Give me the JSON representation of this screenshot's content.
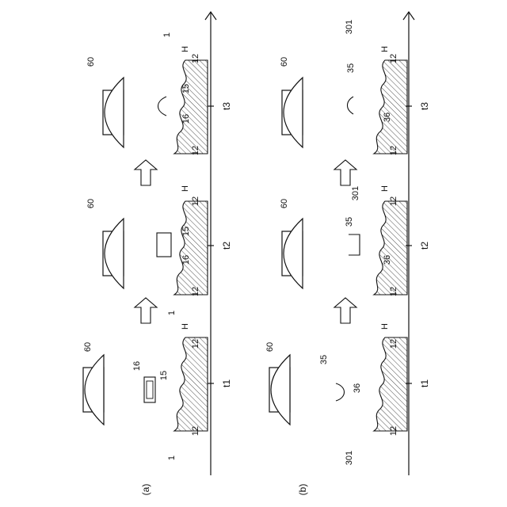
{
  "figure": {
    "panel_a": {
      "label": "(a)",
      "pointer": "1"
    },
    "panel_b": {
      "label": "(b)",
      "pointer": "301"
    },
    "axis": {
      "t1": "t1",
      "t2": "t2",
      "t3": "t3"
    },
    "refs": {
      "device": "60",
      "skin": "H",
      "surface": "12",
      "n15": "15",
      "n16": "16",
      "n35": "35",
      "n36": "36"
    }
  }
}
